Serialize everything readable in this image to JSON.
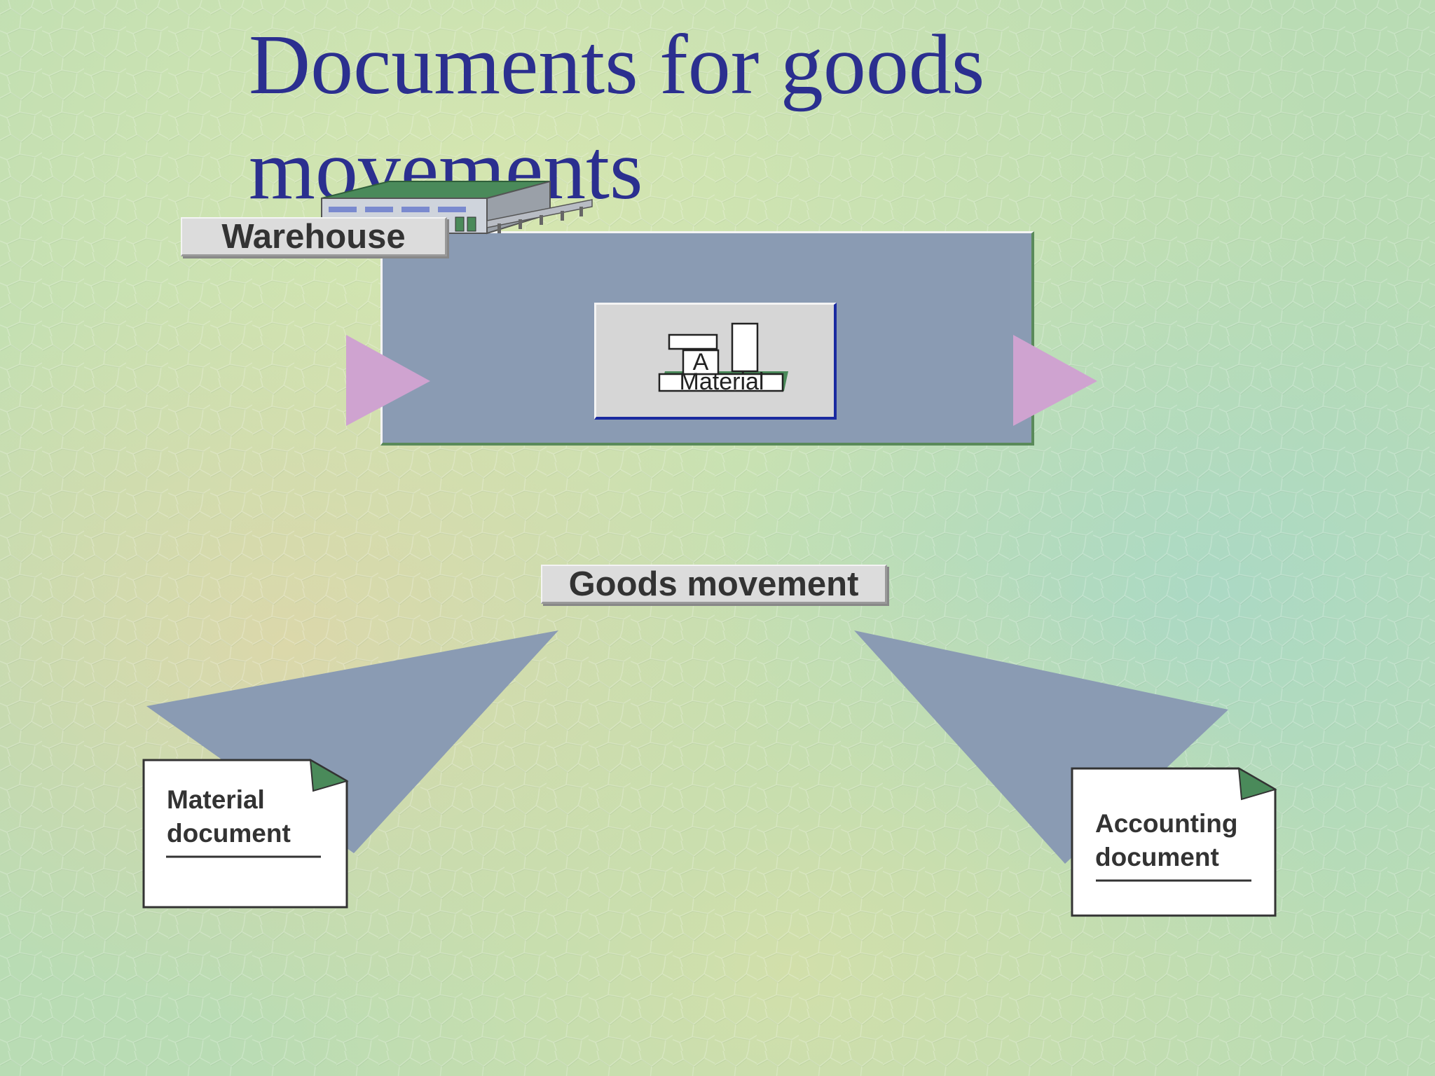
{
  "title": "Documents for goods movements",
  "warehouse": {
    "label": "Warehouse"
  },
  "material": {
    "letter": "A",
    "label": "Material"
  },
  "goods_movement": {
    "label": "Goods movement"
  },
  "documents": {
    "material": {
      "line1": "Material",
      "line2": "document"
    },
    "accounting": {
      "line1": "Accounting",
      "line2": "document"
    }
  },
  "colors": {
    "background": "#b8dcb0",
    "title": "#2b2f8f",
    "stage": "#8a9bb3",
    "arrow": "#cfa3d0",
    "building_roof": "#4a8a5a"
  }
}
